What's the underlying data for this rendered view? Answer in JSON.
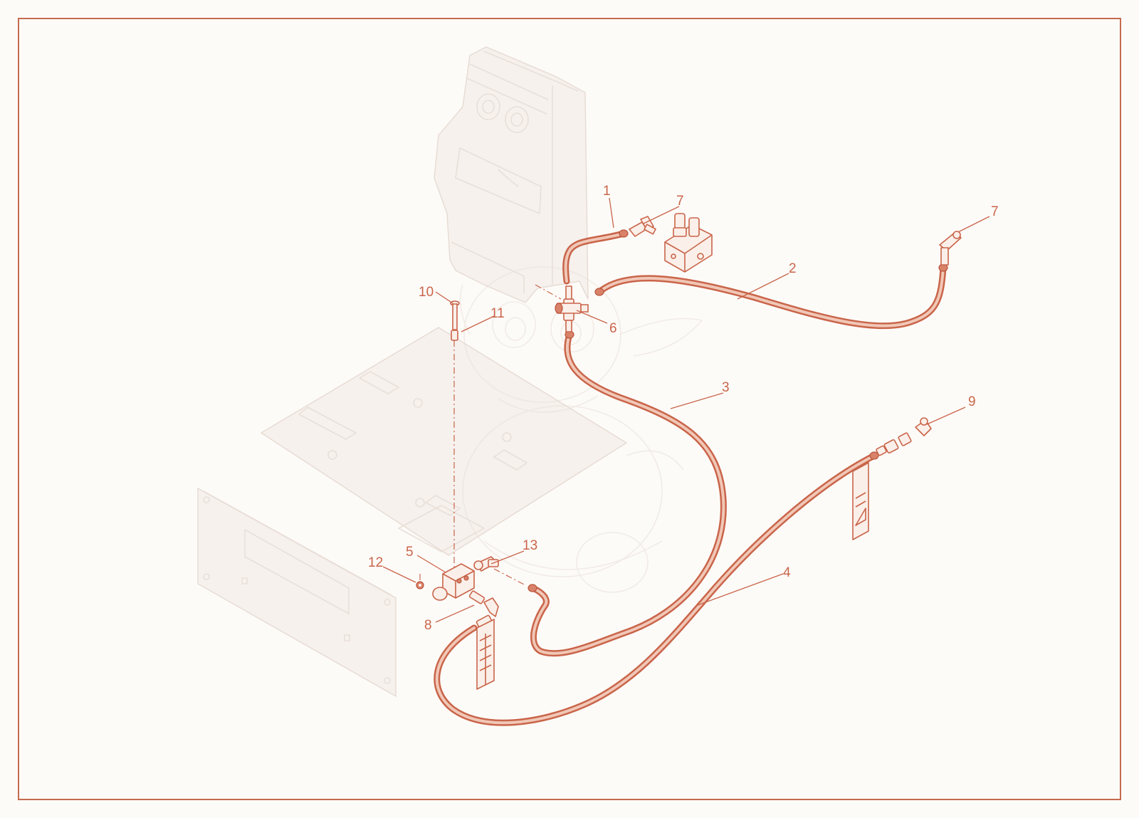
{
  "diagram": {
    "colors": {
      "accent": "#c9654a",
      "frame": "#c66a4e",
      "ghost": "#e9dfd8",
      "background": "#fdfbf8"
    },
    "callouts": {
      "c1": "1",
      "c2": "2",
      "c3": "3",
      "c4": "4",
      "c5": "5",
      "c6": "6",
      "c7a": "7",
      "c7b": "7",
      "c8": "8",
      "c9": "9",
      "c10": "10",
      "c11": "11",
      "c12": "12",
      "c13": "13"
    }
  }
}
